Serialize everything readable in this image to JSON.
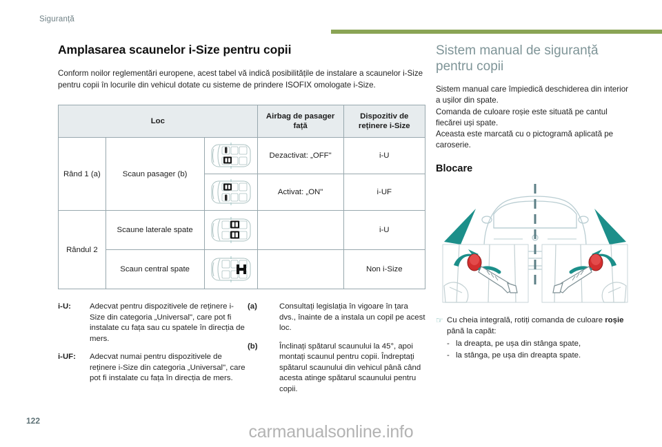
{
  "header": {
    "section_label": "Siguranță",
    "rule_color": "#8aa455"
  },
  "left": {
    "title": "Amplasarea scaunelor i-Size pentru copii",
    "intro": "Conform noilor reglementări europene, acest tabel vă indică posibilitățile de instalare a scaunelor i-Size pentru copii în locurile din vehicul dotate cu sisteme de prindere ISOFIX omologate i-Size.",
    "table": {
      "headers": {
        "loc": "Loc",
        "airbag": "Airbag de pasager față",
        "device": "Dispozitiv de reținere i-Size"
      },
      "rows": [
        {
          "row_label": "Rând 1 (a)",
          "seat": "Scaun pasager (b)",
          "pictogram": "car-top-view-front-passenger-airbag-off",
          "airbag": "Dezactivat: „OFF\"",
          "device": "i-U"
        },
        {
          "row_label": "",
          "seat": "",
          "pictogram": "car-top-view-front-passenger-airbag-on",
          "airbag": "Activat: „ON\"",
          "device": "i-UF"
        },
        {
          "row_label": "Rândul 2",
          "seat": "Scaune laterale spate",
          "pictogram": "car-top-view-rear-side-seats",
          "airbag": "",
          "device": "i-U"
        },
        {
          "row_label": "",
          "seat": "Scaun central spate",
          "pictogram": "car-top-view-rear-centre-seat",
          "airbag": "",
          "device": "Non i-Size"
        }
      ]
    },
    "notes_left": [
      {
        "tag": "i-U:",
        "text": "Adecvat pentru dispozitivele de reținere i-Size din categoria „Universal\", care pot fi instalate cu fața sau cu spatele în direcția de mers."
      },
      {
        "tag": "i-UF:",
        "text": "Adecvat numai pentru dispozitivele de reținere i-Size din categoria „Universal\", care pot fi instalate cu fața în direcția de mers."
      }
    ],
    "notes_right": [
      {
        "tag": "(a)",
        "text": "Consultați legislația în vigoare în țara dvs., înainte de a instala un copil pe acest loc."
      },
      {
        "tag": "(b)",
        "text": "Înclinați spătarul scaunului la 45°, apoi montați scaunul pentru copii. Îndreptați spătarul scaunului din vehicul până când acesta atinge spătarul scaunului pentru copii."
      }
    ]
  },
  "right": {
    "title": "Sistem manual de siguranță pentru copii",
    "title_color": "#7e9497",
    "paragraphs": [
      "Sistem manual care împiedică deschiderea din interior a ușilor din spate.",
      "Comanda de culoare roșie este situată pe cantul fiecărei uși spate.",
      "Aceasta este marcată cu o pictogramă aplicată pe caroserie."
    ],
    "subtitle": "Blocare",
    "figure": {
      "name": "car-rear-view-with-door-lock-detail-callouts",
      "accent_color": "#1c8f8a",
      "control_color": "#d32f2f"
    },
    "instruction": {
      "hand_icon": "pointing-hand-icon",
      "lead_before": "Cu cheia integrală, rotiți comanda de culoare ",
      "lead_bold": "roșie",
      "lead_after": " până la capăt:",
      "items": [
        "la dreapta, pe ușa din stânga spate,",
        "la stânga, pe ușa din dreapta spate."
      ]
    }
  },
  "footer": {
    "page_number": "122",
    "watermark": "carmanualsonline.info"
  }
}
